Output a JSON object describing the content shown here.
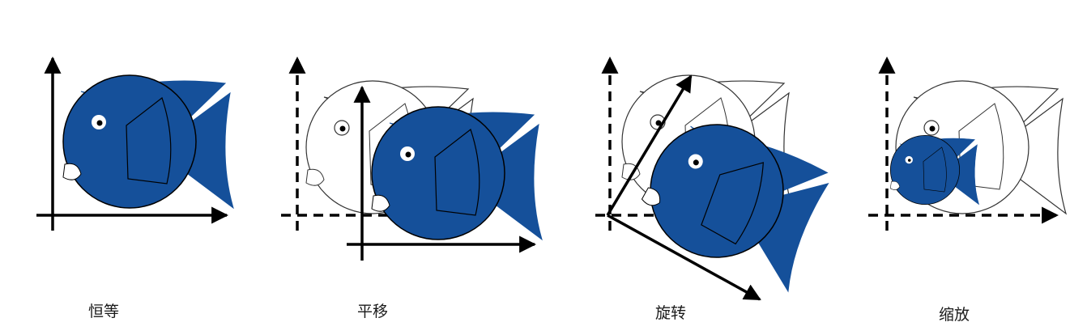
{
  "panels": [
    {
      "id": "identity",
      "label": "恒等"
    },
    {
      "id": "translation",
      "label": "平移"
    },
    {
      "id": "rotation",
      "label": "旋转"
    },
    {
      "id": "scaling",
      "label": "缩放"
    }
  ],
  "colors": {
    "fish_fill": "#15509a",
    "outline": "#000000",
    "ghost_stroke": "#333333",
    "background": "#ffffff"
  },
  "icons": [
    "fish-icon",
    "axis-arrow-icon"
  ]
}
